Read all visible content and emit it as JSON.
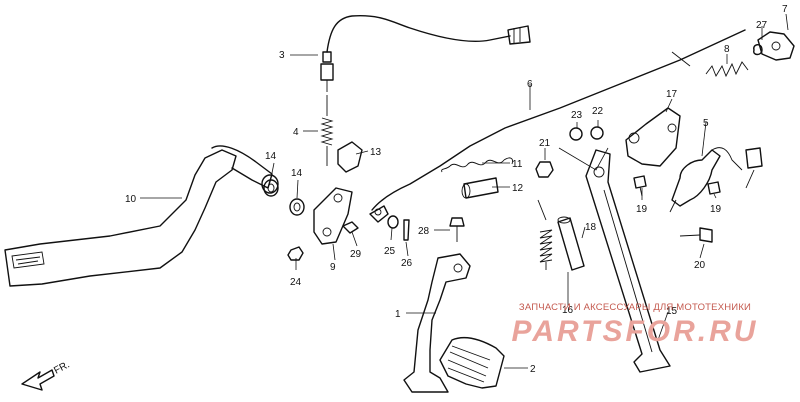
{
  "diagram": {
    "callouts": [
      "1",
      "2",
      "3",
      "4",
      "5",
      "6",
      "7",
      "8",
      "9",
      "10",
      "11",
      "12",
      "13",
      "14",
      "14",
      "15",
      "16",
      "17",
      "18",
      "19",
      "19",
      "20",
      "21",
      "22",
      "23",
      "24",
      "25",
      "26",
      "27",
      "28",
      "29"
    ],
    "direction_label": "FR."
  },
  "watermark": {
    "top_text": "ЗАПЧАСТИ И АКСЕССУАРЫ ДЛЯ МОТОТЕХНИКИ",
    "main_text": "PARTSFOR.RU"
  }
}
